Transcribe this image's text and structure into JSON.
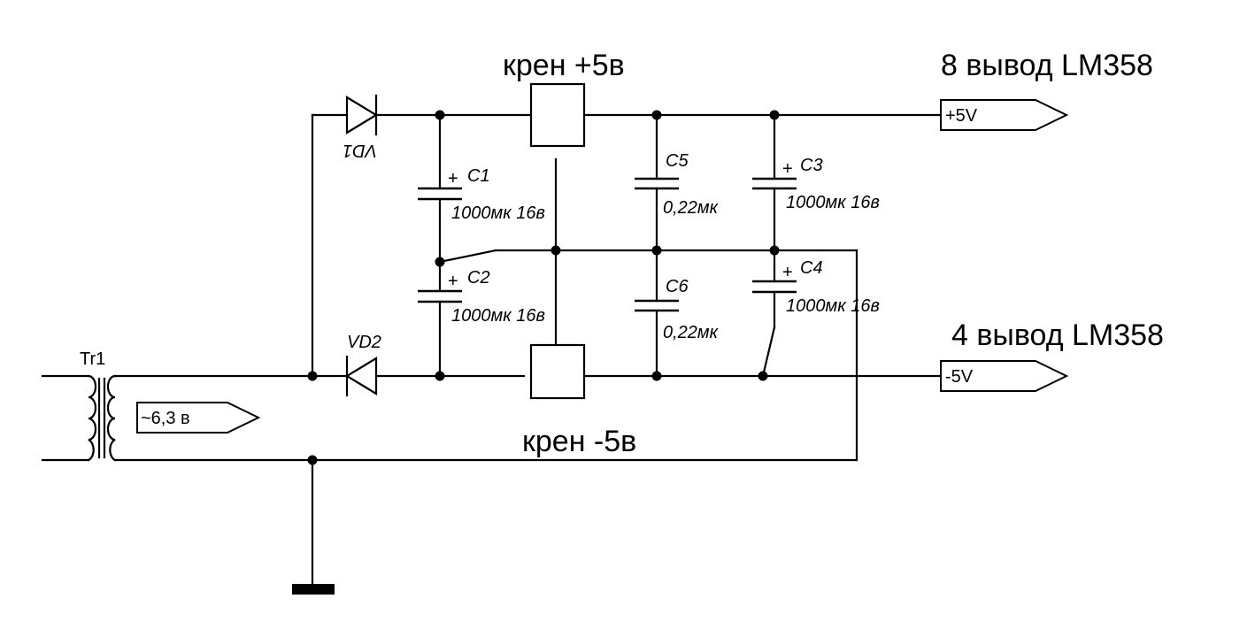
{
  "labels": {
    "regulator_pos": "крен +5в",
    "regulator_neg": "крен -5в",
    "pin8": "8 вывод LM358",
    "pin4": "4 вывод LM358",
    "port_pos": "+5V",
    "port_neg": "-5V",
    "port_ac": "~6,3 в",
    "transformer": "Tr1"
  },
  "components": {
    "vd1": "VD1",
    "vd2": "VD2",
    "c1": {
      "name": "C1",
      "value": "1000мк 16в"
    },
    "c2": {
      "name": "C2",
      "value": "1000мк 16в"
    },
    "c3": {
      "name": "C3",
      "value": "1000мк 16в"
    },
    "c4": {
      "name": "C4",
      "value": "1000мк 16в"
    },
    "c5": {
      "name": "C5",
      "value": "0,22мк"
    },
    "c6": {
      "name": "C6",
      "value": "0,22мк"
    },
    "polarity": "+"
  }
}
